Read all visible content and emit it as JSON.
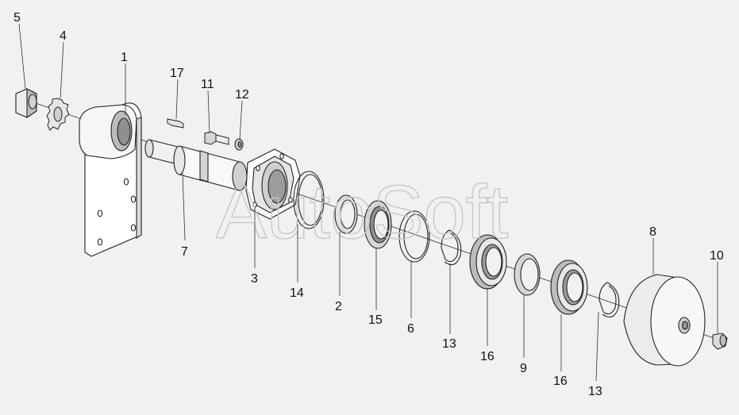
{
  "diagram": {
    "watermark": "AutoSoft",
    "callouts": [
      {
        "id": "5",
        "text": "5"
      },
      {
        "id": "4",
        "text": "4"
      },
      {
        "id": "1",
        "text": "1"
      },
      {
        "id": "17",
        "text": "17"
      },
      {
        "id": "11",
        "text": "11"
      },
      {
        "id": "12",
        "text": "12"
      },
      {
        "id": "7",
        "text": "7"
      },
      {
        "id": "3",
        "text": "3"
      },
      {
        "id": "14",
        "text": "14"
      },
      {
        "id": "2",
        "text": "2"
      },
      {
        "id": "15",
        "text": "15"
      },
      {
        "id": "6",
        "text": "6"
      },
      {
        "id": "13a",
        "text": "13"
      },
      {
        "id": "16a",
        "text": "16"
      },
      {
        "id": "9",
        "text": "9"
      },
      {
        "id": "16b",
        "text": "16"
      },
      {
        "id": "13b",
        "text": "13"
      },
      {
        "id": "8",
        "text": "8"
      },
      {
        "id": "10",
        "text": "10"
      }
    ]
  },
  "colors": {
    "background": "#f1f1f1",
    "part_fill": "#ffffff",
    "part_shade": "#d9d9d9",
    "part_dark": "#a6a6a6",
    "outline": "#222222",
    "watermark": "#c8c8c8"
  }
}
